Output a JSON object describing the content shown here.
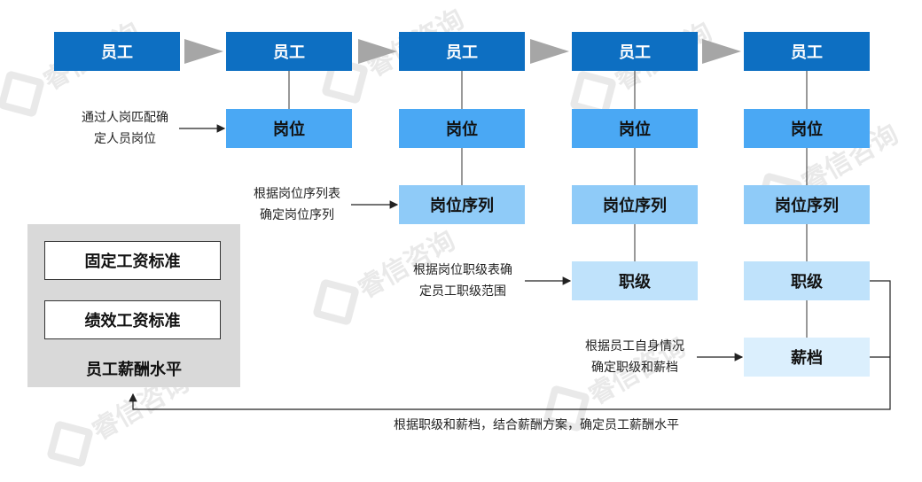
{
  "columns": [
    {
      "employee": "员工"
    },
    {
      "employee": "员工",
      "post": "岗位"
    },
    {
      "employee": "员工",
      "post": "岗位",
      "sequence": "岗位序列"
    },
    {
      "employee": "员工",
      "post": "岗位",
      "sequence": "岗位序列",
      "grade": "职级"
    },
    {
      "employee": "员工",
      "post": "岗位",
      "sequence": "岗位序列",
      "grade": "职级",
      "salary": "薪档"
    }
  ],
  "notes": {
    "n1": [
      "通过人岗匹配确",
      "定人员岗位"
    ],
    "n2": [
      "根据岗位序列表",
      "确定岗位序列"
    ],
    "n3": [
      "根据岗位职级表确",
      "定员工职级范围"
    ],
    "n4": [
      "根据员工自身情况",
      "确定职级和薪档"
    ],
    "bottom": "根据职级和薪档，结合薪酬方案，确定员工薪酬水平"
  },
  "panel": {
    "standard1": "固定工资标准",
    "standard2": "绩效工资标准",
    "title": "员工薪酬水平"
  },
  "watermark": {
    "text": "睿信咨询"
  },
  "colors": {
    "employee": "#0d6fc2",
    "post": "#4aa8f4",
    "sequence": "#8fcbf8",
    "grade": "#bfe2fb",
    "salary": "#dbeffd",
    "arrow": "#a6a6a6",
    "panel": "#d9d9d9"
  }
}
